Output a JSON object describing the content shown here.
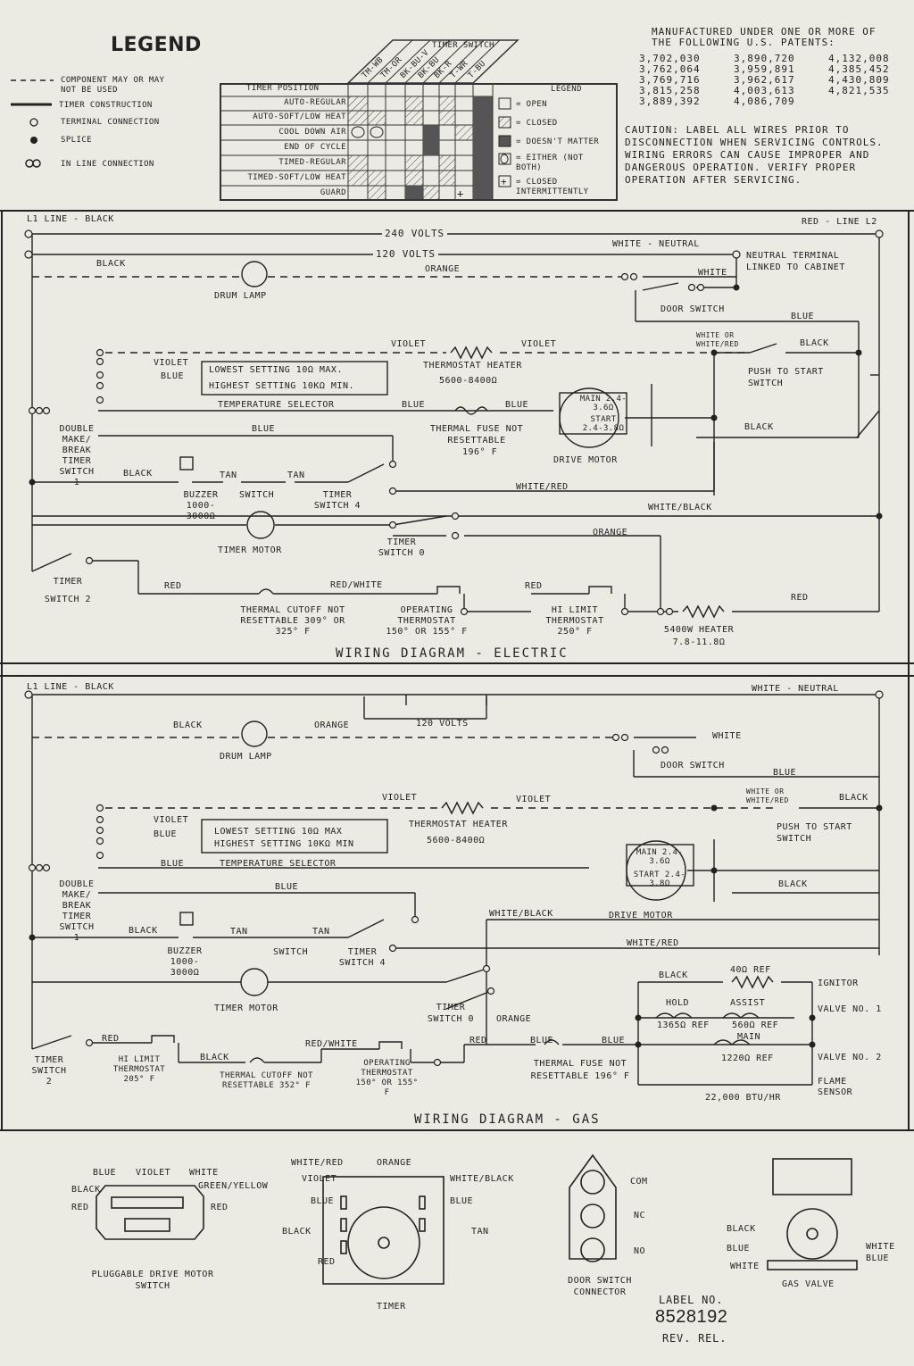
{
  "legend": {
    "title": "LEGEND",
    "items": [
      {
        "icon": "dashed-line-icon",
        "label": "COMPONENT MAY OR MAY NOT BE USED"
      },
      {
        "icon": "thick-line-icon",
        "label": "TIMER CONSTRUCTION"
      },
      {
        "icon": "open-circle-icon",
        "label": "TERMINAL CONNECTION"
      },
      {
        "icon": "filled-circle-icon",
        "label": "SPLICE"
      },
      {
        "icon": "double-circle-icon",
        "label": "IN LINE CONNECTION"
      }
    ]
  },
  "timer_switch_chart": {
    "title": "TIMER SWITCH",
    "position_header": "TIMER POSITION",
    "columns": [
      "TM-WB",
      "TM-OR",
      "BK-BU-V",
      "BK-BU",
      "BK-R",
      "T-WR",
      "T-BU"
    ],
    "rows": [
      "AUTO-REGULAR",
      "AUTO-SOFT/LOW HEAT",
      "COOL DOWN AIR",
      "END OF CYCLE",
      "TIMED-REGULAR",
      "TIMED-SOFT/LOW HEAT",
      "GUARD"
    ],
    "legend_title": "LEGEND",
    "legend": [
      "= OPEN",
      "= CLOSED",
      "= DOESN'T MATTER",
      "= EITHER (NOT BOTH)",
      "= CLOSED INTERMITTENTLY"
    ]
  },
  "patents": {
    "heading": "MANUFACTURED UNDER ONE OR MORE OF THE FOLLOWING U.S. PATENTS:",
    "col1": [
      "3,702,030",
      "3,762,064",
      "3,769,716",
      "3,815,258",
      "3,889,392"
    ],
    "col2": [
      "3,890,720",
      "3,959,891",
      "3,962,617",
      "4,003,613",
      "4,086,709"
    ],
    "col3": [
      "4,132,008",
      "4,385,452",
      "4,430,809",
      "4,821,535"
    ]
  },
  "caution": "CAUTION: LABEL ALL WIRES PRIOR TO DISCONNECTION WHEN SERVICING CONTROLS. WIRING ERRORS CAN CAUSE IMPROPER AND DANGEROUS OPERATION. VERIFY PROPER OPERATION AFTER SERVICING.",
  "electric": {
    "title": "WIRING DIAGRAM - ELECTRIC",
    "l1": "L1 LINE - BLACK",
    "l2": "RED - LINE L2",
    "v240": "240 VOLTS",
    "v120": "120 VOLTS",
    "neutral": "WHITE - NEUTRAL",
    "neutral_terminal": "NEUTRAL TERMINAL LINKED TO CABINET",
    "drum_lamp": "DRUM LAMP",
    "door_switch": "DOOR SWITCH",
    "thermostat_heater": "THERMOSTAT HEATER",
    "thermostat_heater_ohm": "5600-8400Ω",
    "temp_selector": "TEMPERATURE SELECTOR",
    "lowest": "LOWEST SETTING 10Ω MAX.",
    "highest": "HIGHEST SETTING 10KΩ MIN.",
    "thermal_fuse": "THERMAL FUSE NOT RESETTABLE",
    "thermal_fuse_temp": "196° F",
    "drive_motor": "DRIVE MOTOR",
    "main": "MAIN 2.4-3.6Ω",
    "start": "START 2.4-3.8Ω",
    "push_to_start": "PUSH TO START SWITCH",
    "double_make_break": "DOUBLE MAKE/ BREAK TIMER SWITCH 1",
    "buzzer": "BUZZER 1000- 3000Ω",
    "switch": "SWITCH",
    "timer_switch_4": "TIMER SWITCH 4",
    "timer_motor": "TIMER MOTOR",
    "timer_switch_0": "TIMER SWITCH 0",
    "timer_switch_2": "TIMER SWITCH 2",
    "thermal_cutoff": "THERMAL CUTOFF NOT RESETTABLE 309° OR 325° F",
    "operating_thermostat": "OPERATING THERMOSTAT 150° OR 155° F",
    "hi_limit": "HI LIMIT THERMOSTAT 250° F",
    "heater": "5400W HEATER 7.8-11.8Ω",
    "wires": {
      "black": "BLACK",
      "orange": "ORANGE",
      "white": "WHITE",
      "blue": "BLUE",
      "violet": "VIOLET",
      "white_or_red": "WHITE OR WHITE/RED",
      "white_red": "WHITE/RED",
      "white_black": "WHITE/BLACK",
      "red": "RED",
      "red_white": "RED/WHITE",
      "tan": "TAN"
    }
  },
  "gas": {
    "title": "WIRING DIAGRAM - GAS",
    "l1": "L1 LINE - BLACK",
    "neutral": "WHITE - NEUTRAL",
    "v120": "120 VOLTS",
    "ignitor": "IGNITOR",
    "ref40": "40Ω REF",
    "hold": "HOLD",
    "hold_ohm": "1365Ω REF",
    "assist": "ASSIST",
    "assist_ohm": "560Ω REF",
    "main": "MAIN",
    "main_ohm": "1220Ω REF",
    "valve1": "VALVE NO. 1",
    "valve2": "VALVE NO. 2",
    "flame_sensor": "FLAME SENSOR",
    "btu": "22,000 BTU/HR",
    "hi_limit": "HI LIMIT THERMOSTAT 205° F",
    "thermal_cutoff": "THERMAL CUTOFF NOT RESETTABLE 352° F",
    "operating_thermostat": "OPERATING THERMOSTAT 150° OR 155° F",
    "thermal_fuse": "THERMAL FUSE NOT RESETTABLE 196° F",
    "lowest": "LOWEST SETTING 10Ω MAX",
    "highest": "HIGHEST SETTING 10KΩ MIN"
  },
  "components": {
    "drive_motor_switch": "PLUGGABLE DRIVE MOTOR SWITCH",
    "timer": "TIMER",
    "door_switch_connector": "DOOR SWITCH CONNECTOR",
    "gas_valve": "GAS VALVE",
    "com": "COM",
    "nc": "NC",
    "no": "NO",
    "green_yellow": "GREEN/YELLOW"
  },
  "label": {
    "label_no": "LABEL NO.",
    "number": "8528192",
    "rev": "REV. REL."
  },
  "colors": {
    "paper": "#ecebe3",
    "ink": "#222222",
    "fill_dark": "#555555"
  }
}
